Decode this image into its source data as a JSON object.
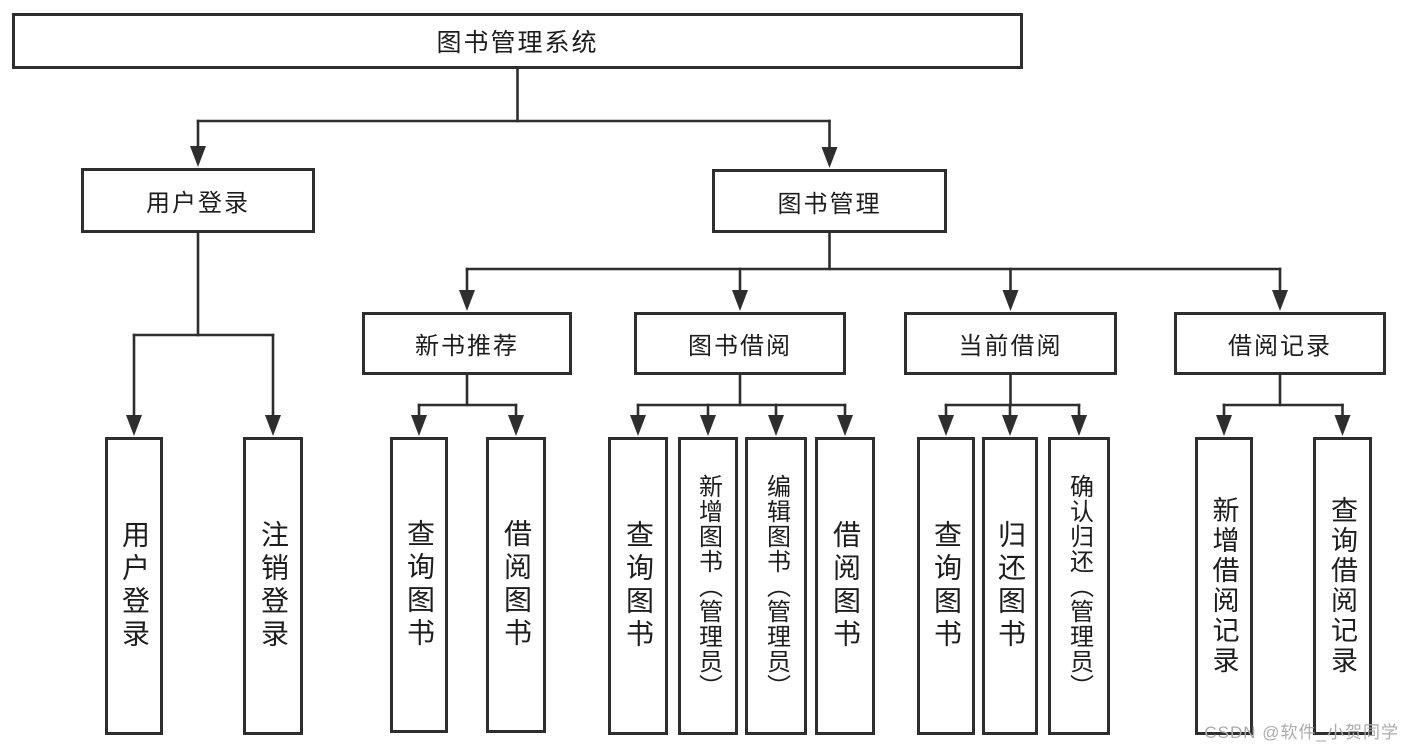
{
  "diagram": {
    "title": "图书管理系统",
    "nodes": [
      {
        "id": "root",
        "label": "图书管理系统"
      },
      {
        "id": "user-login",
        "label": "用户登录"
      },
      {
        "id": "book-mgmt",
        "label": "图书管理"
      },
      {
        "id": "login",
        "label": "用户登录"
      },
      {
        "id": "logout",
        "label": "注销登录"
      },
      {
        "id": "new-book-rec",
        "label": "新书推荐"
      },
      {
        "id": "book-borrow",
        "label": "图书借阅"
      },
      {
        "id": "current-borrow",
        "label": "当前借阅"
      },
      {
        "id": "borrow-record",
        "label": "借阅记录"
      },
      {
        "id": "nbr-query",
        "label": "查询图书"
      },
      {
        "id": "nbr-borrow",
        "label": "借阅图书"
      },
      {
        "id": "bb-query",
        "label": "查询图书"
      },
      {
        "id": "bb-add",
        "label": "新增图书（管理员）"
      },
      {
        "id": "bb-edit",
        "label": "编辑图书（管理员）"
      },
      {
        "id": "bb-borrow",
        "label": "借阅图书"
      },
      {
        "id": "cb-query",
        "label": "查询图书"
      },
      {
        "id": "cb-return",
        "label": "归还图书"
      },
      {
        "id": "cb-confirm",
        "label": "确认归还（管理员）"
      },
      {
        "id": "br-add",
        "label": "新增借阅记录"
      },
      {
        "id": "br-query",
        "label": "查询借阅记录"
      }
    ],
    "edges": [
      {
        "from": "root",
        "to": [
          "user-login",
          "book-mgmt"
        ]
      },
      {
        "from": "user-login",
        "to": [
          "login",
          "logout"
        ]
      },
      {
        "from": "book-mgmt",
        "to": [
          "new-book-rec",
          "book-borrow",
          "current-borrow",
          "borrow-record"
        ]
      },
      {
        "from": "new-book-rec",
        "to": [
          "nbr-query",
          "nbr-borrow"
        ]
      },
      {
        "from": "book-borrow",
        "to": [
          "bb-query",
          "bb-add",
          "bb-edit",
          "bb-borrow"
        ]
      },
      {
        "from": "current-borrow",
        "to": [
          "cb-query",
          "cb-return",
          "cb-confirm"
        ]
      },
      {
        "from": "borrow-record",
        "to": [
          "br-add",
          "br-query"
        ]
      }
    ],
    "watermark": "CSDN @软件_小贺同学",
    "colors": {
      "line": "#2e2e2e",
      "text": "#1d1d1d",
      "background": "#ffffff",
      "watermark": "#ababab"
    }
  }
}
